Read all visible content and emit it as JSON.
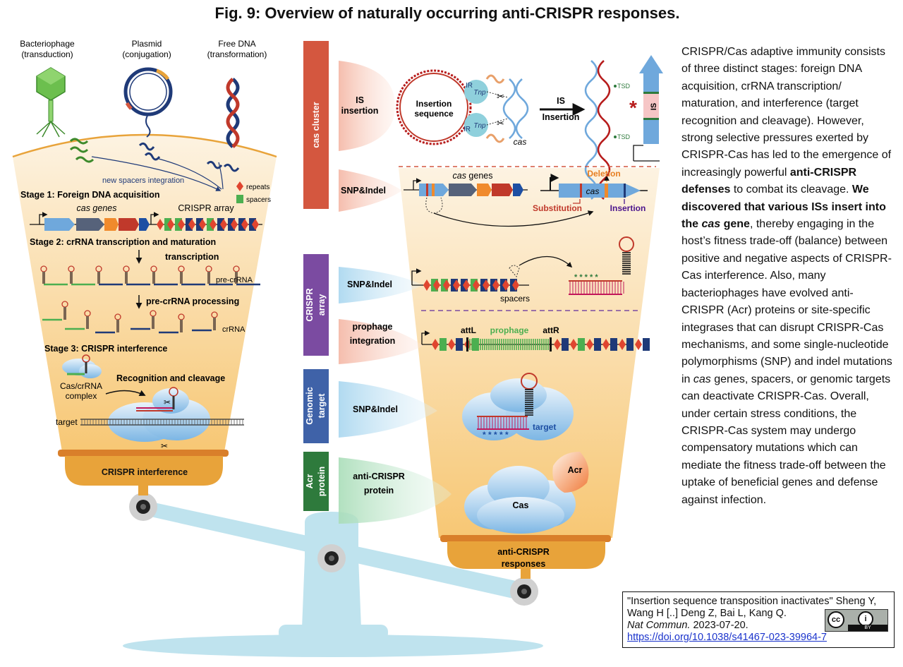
{
  "figure": {
    "title": "Fig. 9: Overview of naturally occurring anti-CRISPR responses."
  },
  "left_panel": {
    "sources": [
      {
        "name": "Bacteriophage",
        "mode": "(transduction)"
      },
      {
        "name": "Plasmid",
        "mode": "(conjugation)"
      },
      {
        "name": "Free DNA",
        "mode": "(transformation)"
      }
    ],
    "new_spacers_label": "new spacers integration",
    "legend": {
      "repeats": "repeats",
      "spacers": "spacers"
    },
    "stage1": "Stage 1: Foreign DNA acquisition",
    "cas_genes": "cas genes",
    "crispr_array": "CRISPR array",
    "stage2": "Stage 2: crRNA transcription and maturation",
    "transcription": "transcription",
    "pre_crrna": "pre-crRNA",
    "pre_crrna_processing": "pre-crRNA processing",
    "crrna": "crRNA",
    "stage3": "Stage 3: CRISPR interference",
    "cas_complex": [
      "Cas/crRNA",
      "complex"
    ],
    "recognition": "Recognition and cleavage",
    "target": "target",
    "base_label": "CRISPR interference"
  },
  "categories": [
    {
      "label": "cas cluster",
      "color": "#d4573f"
    },
    {
      "label": "CRISPR array",
      "color": "#7b4ba1"
    },
    {
      "label": "Genomic target",
      "color": "#3f62a8"
    },
    {
      "label": "Acr protein",
      "color": "#2e7a3c"
    }
  ],
  "mechanisms": [
    {
      "label": [
        "IS",
        "insertion"
      ]
    },
    {
      "label": [
        "SNP&Indel"
      ]
    },
    {
      "label": [
        "SNP&Indel"
      ]
    },
    {
      "label": [
        "prophage",
        "integration"
      ]
    },
    {
      "label": [
        "SNP&Indel"
      ]
    },
    {
      "label": [
        "anti-CRISPR",
        "protein"
      ]
    }
  ],
  "right_panel": {
    "insertion_sequence": [
      "Insertion",
      "sequence"
    ],
    "ir": "IR",
    "tnp": "Tnp",
    "cas_label": "cas",
    "is_insertion_arrow": [
      "IS",
      "Insertion"
    ],
    "tsd": "TSD",
    "is_box": "IS",
    "cas_genes": "cas genes",
    "deletion": "Deletion",
    "substitution": "Substitution",
    "insertion": "Insertion",
    "cas_gene_box": "cas",
    "spacers": "spacers",
    "attL": "attL",
    "prophage": "prophage",
    "attR": "attR",
    "target": "target",
    "acr": "Acr",
    "cas_cloud": "Cas",
    "base_label": [
      "anti-CRISPR",
      "responses"
    ]
  },
  "side_text": {
    "p1": "CRISPR/Cas adaptive immunity consists of three distinct stages: foreign DNA acquisition, crRNA transcription/ maturation, and interference (target recognition and cleavage). However, strong selective pressures exerted by CRISPR-Cas has led to the emergence of increasingly powerful ",
    "b1": "anti-CRISPR defenses",
    "p2": " to combat its cleavage. ",
    "b2a": "We discovered that various ISs insert into the ",
    "b2i": "cas",
    "b2b": " gene",
    "p3": ", thereby engaging in the host’s fitness trade-off (balance) between positive and negative aspects of CRISPR-Cas interference. Also, many bacteriophages have evolved anti-CRISPR (Acr) proteins or site-specific integrases that can disrupt CRISPR-Cas mechanisms, and some single-nucleotide polymorphisms (SNP) and indel mutations in ",
    "i1": "cas",
    "p4": " genes, spacers, or genomic targets can deactivate CRISPR-Cas. Overall, under certain stress conditions, the CRISPR-Cas system may undergo compensatory mutations which can mediate the fitness trade-off between the uptake of beneficial genes and defense against infection."
  },
  "citation": {
    "line1": "\"Insertion sequence transposition inactivates\" Sheng Y,",
    "line2": "Wang H [..] Deng Z, Bai L, Kang Q.",
    "journal": "Nat Commun.",
    "date": " 2023-07-20.",
    "doi": "https://doi.org/10.1038/s41467-023-39964-7",
    "license_cc": "cc",
    "license_by": "BY"
  },
  "colors": {
    "funnel_top": "#fde7c4",
    "funnel_bottom": "#f8c46e",
    "base": "#e8a33a",
    "scale": "#bfe3ee",
    "repeat": "#e0452f",
    "spacer": "#4caf50",
    "cas_blue": "#6fa8dc",
    "navy": "#1f3a78"
  }
}
